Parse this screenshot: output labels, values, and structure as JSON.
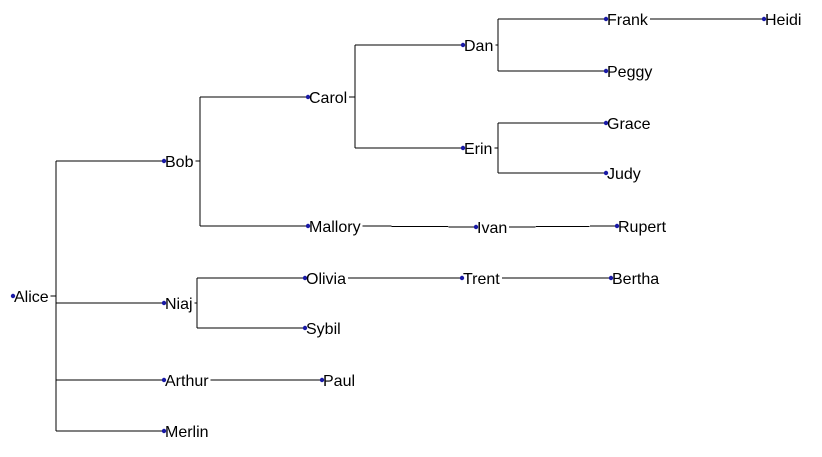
{
  "tree": {
    "name": "Alice",
    "children": [
      {
        "name": "Bob",
        "children": [
          {
            "name": "Carol",
            "children": [
              {
                "name": "Dan",
                "children": [
                  {
                    "name": "Frank",
                    "children": [
                      {
                        "name": "Heidi"
                      }
                    ]
                  },
                  {
                    "name": "Peggy"
                  }
                ]
              },
              {
                "name": "Erin",
                "children": [
                  {
                    "name": "Grace"
                  },
                  {
                    "name": "Judy"
                  }
                ]
              }
            ]
          },
          {
            "name": "Mallory",
            "children": [
              {
                "name": "Ivan",
                "children": [
                  {
                    "name": "Rupert"
                  }
                ]
              }
            ]
          }
        ]
      },
      {
        "name": "Niaj",
        "children": [
          {
            "name": "Olivia",
            "children": [
              {
                "name": "Trent",
                "children": [
                  {
                    "name": "Bertha"
                  }
                ]
              }
            ]
          },
          {
            "name": "Sybil"
          }
        ]
      },
      {
        "name": "Arthur",
        "children": [
          {
            "name": "Paul"
          }
        ]
      },
      {
        "name": "Merlin"
      }
    ]
  },
  "colors": {
    "node": "#1a1aa6",
    "edge": "#000000",
    "background": "#ffffff"
  }
}
